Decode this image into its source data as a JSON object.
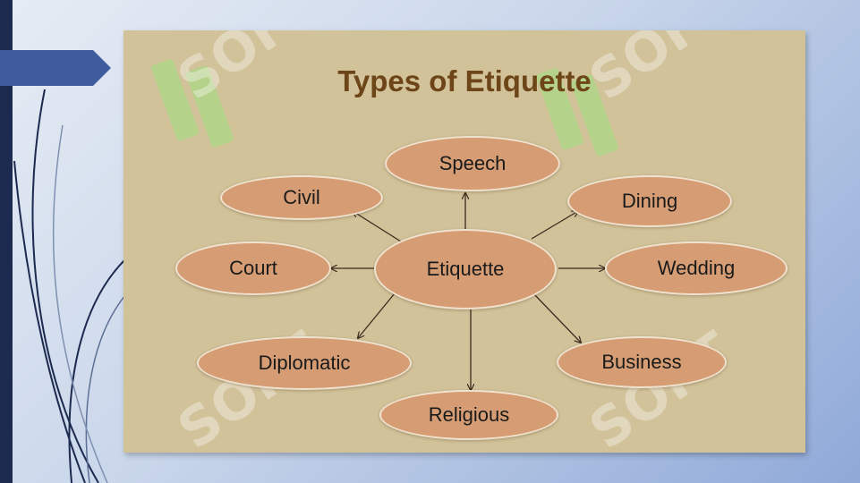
{
  "slide": {
    "title": "Types of Etiquette"
  },
  "diagram": {
    "center": "Etiquette",
    "branches": {
      "speech": "Speech",
      "civil": "Civil",
      "dining": "Dining",
      "court": "Court",
      "wedding": "Wedding",
      "diplomatic": "Diplomatic",
      "business": "Business",
      "religious": "Religious"
    }
  },
  "watermark": {
    "text": "SOFT"
  },
  "colors": {
    "panel": "#d1c29a",
    "title": "#6e4519",
    "node_fill": "#d69d74",
    "node_border": "#efe3cf",
    "arrow": "#3a2a1e",
    "accent_tab": "#3f5d9c",
    "side_bar": "#1c2a4f",
    "watermark_green": "#9fe07f"
  }
}
